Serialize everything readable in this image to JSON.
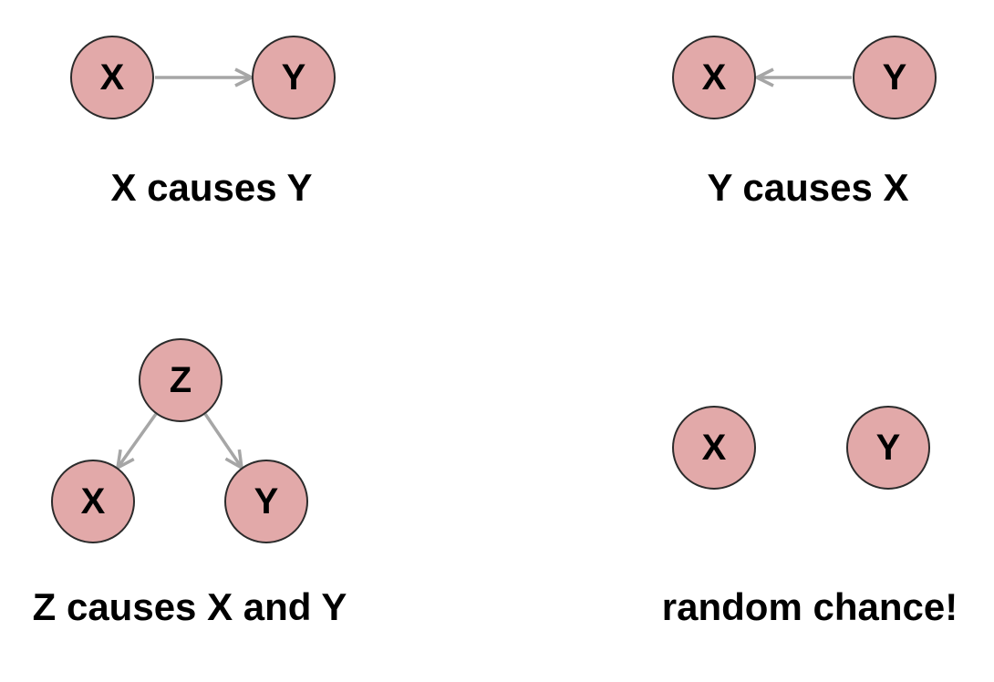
{
  "colors": {
    "node_fill": "#e2a9a9",
    "node_border": "#2b2b2b",
    "arrow": "#a6a6a6",
    "text": "#000000",
    "background": "#ffffff"
  },
  "diagrams": [
    {
      "id": "x-causes-y",
      "caption": "X causes Y",
      "nodes": [
        {
          "label": "X"
        },
        {
          "label": "Y"
        }
      ],
      "edges": [
        {
          "from": "X",
          "to": "Y",
          "direction": "right"
        }
      ]
    },
    {
      "id": "y-causes-x",
      "caption": "Y causes X",
      "nodes": [
        {
          "label": "X"
        },
        {
          "label": "Y"
        }
      ],
      "edges": [
        {
          "from": "Y",
          "to": "X",
          "direction": "left"
        }
      ]
    },
    {
      "id": "z-causes-x-and-y",
      "caption": "Z causes X and Y",
      "nodes": [
        {
          "label": "Z"
        },
        {
          "label": "X"
        },
        {
          "label": "Y"
        }
      ],
      "edges": [
        {
          "from": "Z",
          "to": "X"
        },
        {
          "from": "Z",
          "to": "Y"
        }
      ]
    },
    {
      "id": "random-chance",
      "caption": "random chance!",
      "nodes": [
        {
          "label": "X"
        },
        {
          "label": "Y"
        }
      ],
      "edges": []
    }
  ]
}
